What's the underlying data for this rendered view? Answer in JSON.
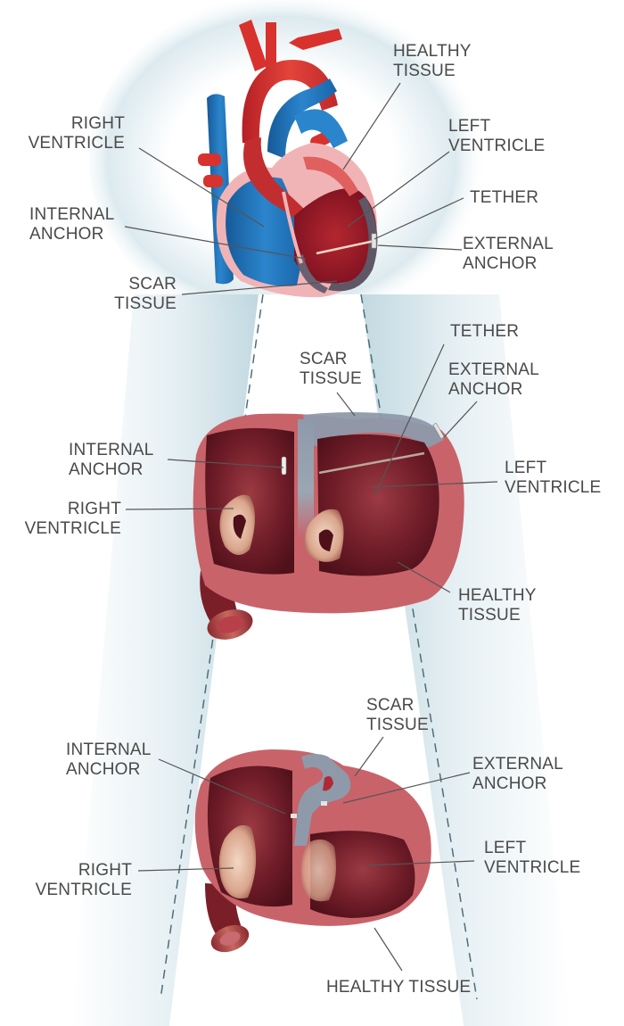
{
  "colors": {
    "label_text": "#4a4a4a",
    "leader_line": "#555555",
    "artery_red": "#d8322e",
    "vein_blue": "#1f6fb8",
    "myocardium_pink": "#c9636a",
    "scar_gray": "#8e9aaa",
    "background_glow": "#d6e6ec"
  },
  "panels": [
    {
      "name": "heart-exterior",
      "labels": {
        "healthy_tissue": [
          "HEALTHY",
          "TISSUE"
        ],
        "right_ventricle": [
          "RIGHT",
          "VENTRICLE"
        ],
        "left_ventricle": [
          "LEFT",
          "VENTRICLE"
        ],
        "tether": [
          "TETHER"
        ],
        "internal_anchor": [
          "INTERNAL",
          "ANCHOR"
        ],
        "external_anchor": [
          "EXTERNAL",
          "ANCHOR"
        ],
        "scar_tissue": [
          "SCAR",
          "TISSUE"
        ]
      }
    },
    {
      "name": "cross-section-before",
      "labels": {
        "tether": [
          "TETHER"
        ],
        "scar_tissue": [
          "SCAR",
          "TISSUE"
        ],
        "external_anchor": [
          "EXTERNAL",
          "ANCHOR"
        ],
        "internal_anchor": [
          "INTERNAL",
          "ANCHOR"
        ],
        "left_ventricle": [
          "LEFT",
          "VENTRICLE"
        ],
        "right_ventricle": [
          "RIGHT",
          "VENTRICLE"
        ],
        "healthy_tissue": [
          "HEALTHY",
          "TISSUE"
        ]
      }
    },
    {
      "name": "cross-section-after",
      "labels": {
        "scar_tissue": [
          "SCAR",
          "TISSUE"
        ],
        "internal_anchor": [
          "INTERNAL",
          "ANCHOR"
        ],
        "external_anchor": [
          "EXTERNAL",
          "ANCHOR"
        ],
        "left_ventricle": [
          "LEFT",
          "VENTRICLE"
        ],
        "right_ventricle": [
          "RIGHT",
          "VENTRICLE"
        ],
        "healthy_tissue": [
          "HEALTHY TISSUE"
        ]
      }
    }
  ]
}
